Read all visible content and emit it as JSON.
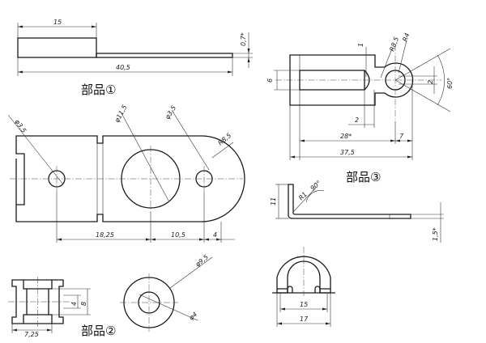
{
  "parts": {
    "part1": {
      "label": "部品①",
      "dims": {
        "len_15": "15",
        "len_40_5": "40,5",
        "thk_0_7": "0,7*",
        "dia_3_5_left": "φ3,5",
        "dia_11_5": "φ11,5",
        "dia_3_5_right": "φ3,5",
        "r_8_5": "R8,5",
        "len_18_25": "18,25",
        "len_10_5": "10,5",
        "len_4": "4"
      }
    },
    "part2": {
      "label": "部品②",
      "dims": {
        "dia_9_5": "φ9,5",
        "dia_4": "φ4",
        "len_7_25": "7,25",
        "h_4": "4",
        "h_8": "8"
      }
    },
    "part3": {
      "label": "部品③",
      "dims": {
        "d_1": "1",
        "r_8_5": "R8,5",
        "r_4": "R4",
        "d_2_right": "2",
        "ang_60": "60°",
        "h_6": "6",
        "d_2_bottom": "2",
        "len_28": "28*",
        "len_7": "7",
        "len_37_5": "37,5",
        "h_11": "11",
        "r_1": "R1",
        "ang_90": "90°",
        "thk_1_5": "1,5*"
      }
    },
    "part4": {
      "dims": {
        "w_15": "15",
        "w_17": "17"
      }
    }
  }
}
